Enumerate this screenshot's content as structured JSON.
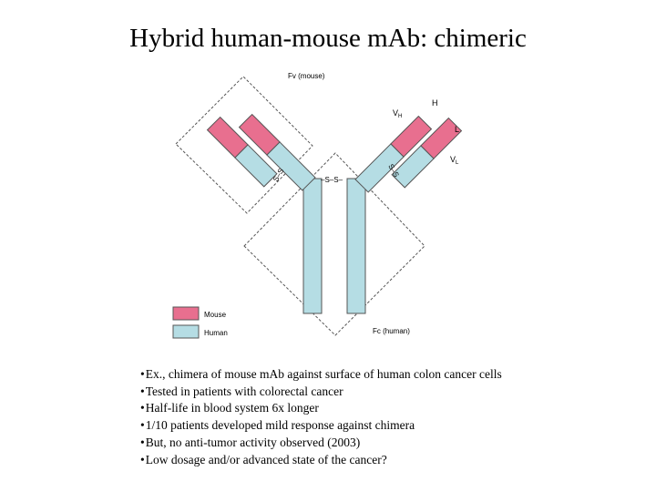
{
  "title": "Hybrid human-mouse mAb:  chimeric",
  "diagram": {
    "colors": {
      "mouse": "#e86f8f",
      "human": "#b5dde4",
      "stroke": "#555555"
    },
    "labels": {
      "fv": "Fv (mouse)",
      "fc": "Fc (human)",
      "vh": "V",
      "vh_sub": "H",
      "vl": "V",
      "vl_sub": "L",
      "h": "H",
      "l": "L",
      "ss_center": "–S–S–",
      "ss_left": "S–S",
      "ss_right": "S–S"
    },
    "legend": [
      {
        "label": "Mouse",
        "color": "#e86f8f"
      },
      {
        "label": "Human",
        "color": "#b5dde4"
      }
    ]
  },
  "bullets": [
    "Ex., chimera of mouse mAb against surface of human colon cancer cells",
    "Tested in patients with colorectal cancer",
    "Half-life in blood system 6x longer",
    "1/10 patients developed mild response against chimera",
    "But, no anti-tumor activity observed (2003)",
    "Low dosage and/or advanced state of the cancer?"
  ]
}
